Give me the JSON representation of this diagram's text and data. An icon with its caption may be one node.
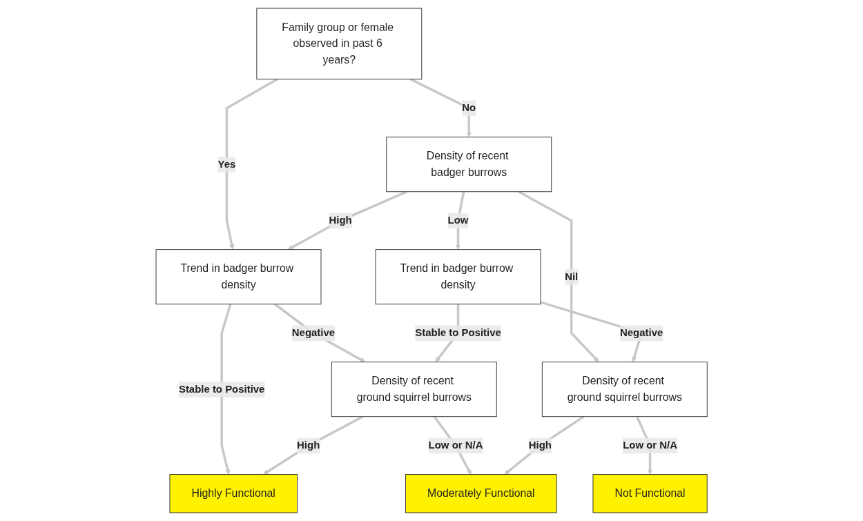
{
  "diagram": {
    "nodes": [
      {
        "text": [
          "Family group or female observed in past 6 years?"
        ]
      },
      {
        "text": [
          "Density of recent badger burrows"
        ]
      },
      {
        "text": [
          "Trend in badger burrow density"
        ]
      },
      {
        "text": [
          "Trend in badger burrow density"
        ]
      },
      {
        "text": [
          "Highly Functional"
        ]
      },
      {
        "text": [
          "Density of recent ground squirrel burrows"
        ]
      },
      {
        "text": [
          "Density of recent ground squirrel burrows"
        ]
      },
      {
        "text": [
          "Moderately Functional"
        ]
      },
      {
        "text": [
          "Not Functional"
        ]
      }
    ],
    "edges": [
      {
        "from": 0,
        "to": 1,
        "arrow": "to",
        "label": "No"
      },
      {
        "from": 0,
        "to": 2,
        "arrow": "to",
        "label": "Yes"
      },
      {
        "from": 1,
        "to": 2,
        "arrow": "to",
        "label": "High"
      },
      {
        "from": 1,
        "to": 3,
        "arrow": "to",
        "label": "Low"
      },
      {
        "from": 1,
        "to": 6,
        "arrow": "to",
        "label": "Nil"
      },
      {
        "from": 2,
        "to": 4,
        "arrow": "to",
        "label": "Stable to Positive"
      },
      {
        "from": 2,
        "to": 5,
        "arrow": "to",
        "label": "Negative"
      },
      {
        "from": 3,
        "to": 5,
        "arrow": "to",
        "label": "Stable to Positive"
      },
      {
        "from": 3,
        "to": 6,
        "arrow": "to",
        "label": "Negative"
      },
      {
        "from": 5,
        "to": 4,
        "arrow": "to",
        "label": "High"
      },
      {
        "from": 5,
        "to": 7,
        "arrow": "to",
        "label": "Low or N/A"
      },
      {
        "from": 6,
        "to": 7,
        "arrow": "to",
        "label": "High"
      },
      {
        "from": 6,
        "to": 8,
        "arrow": "to",
        "label": "Low or N/A"
      }
    ]
  }
}
